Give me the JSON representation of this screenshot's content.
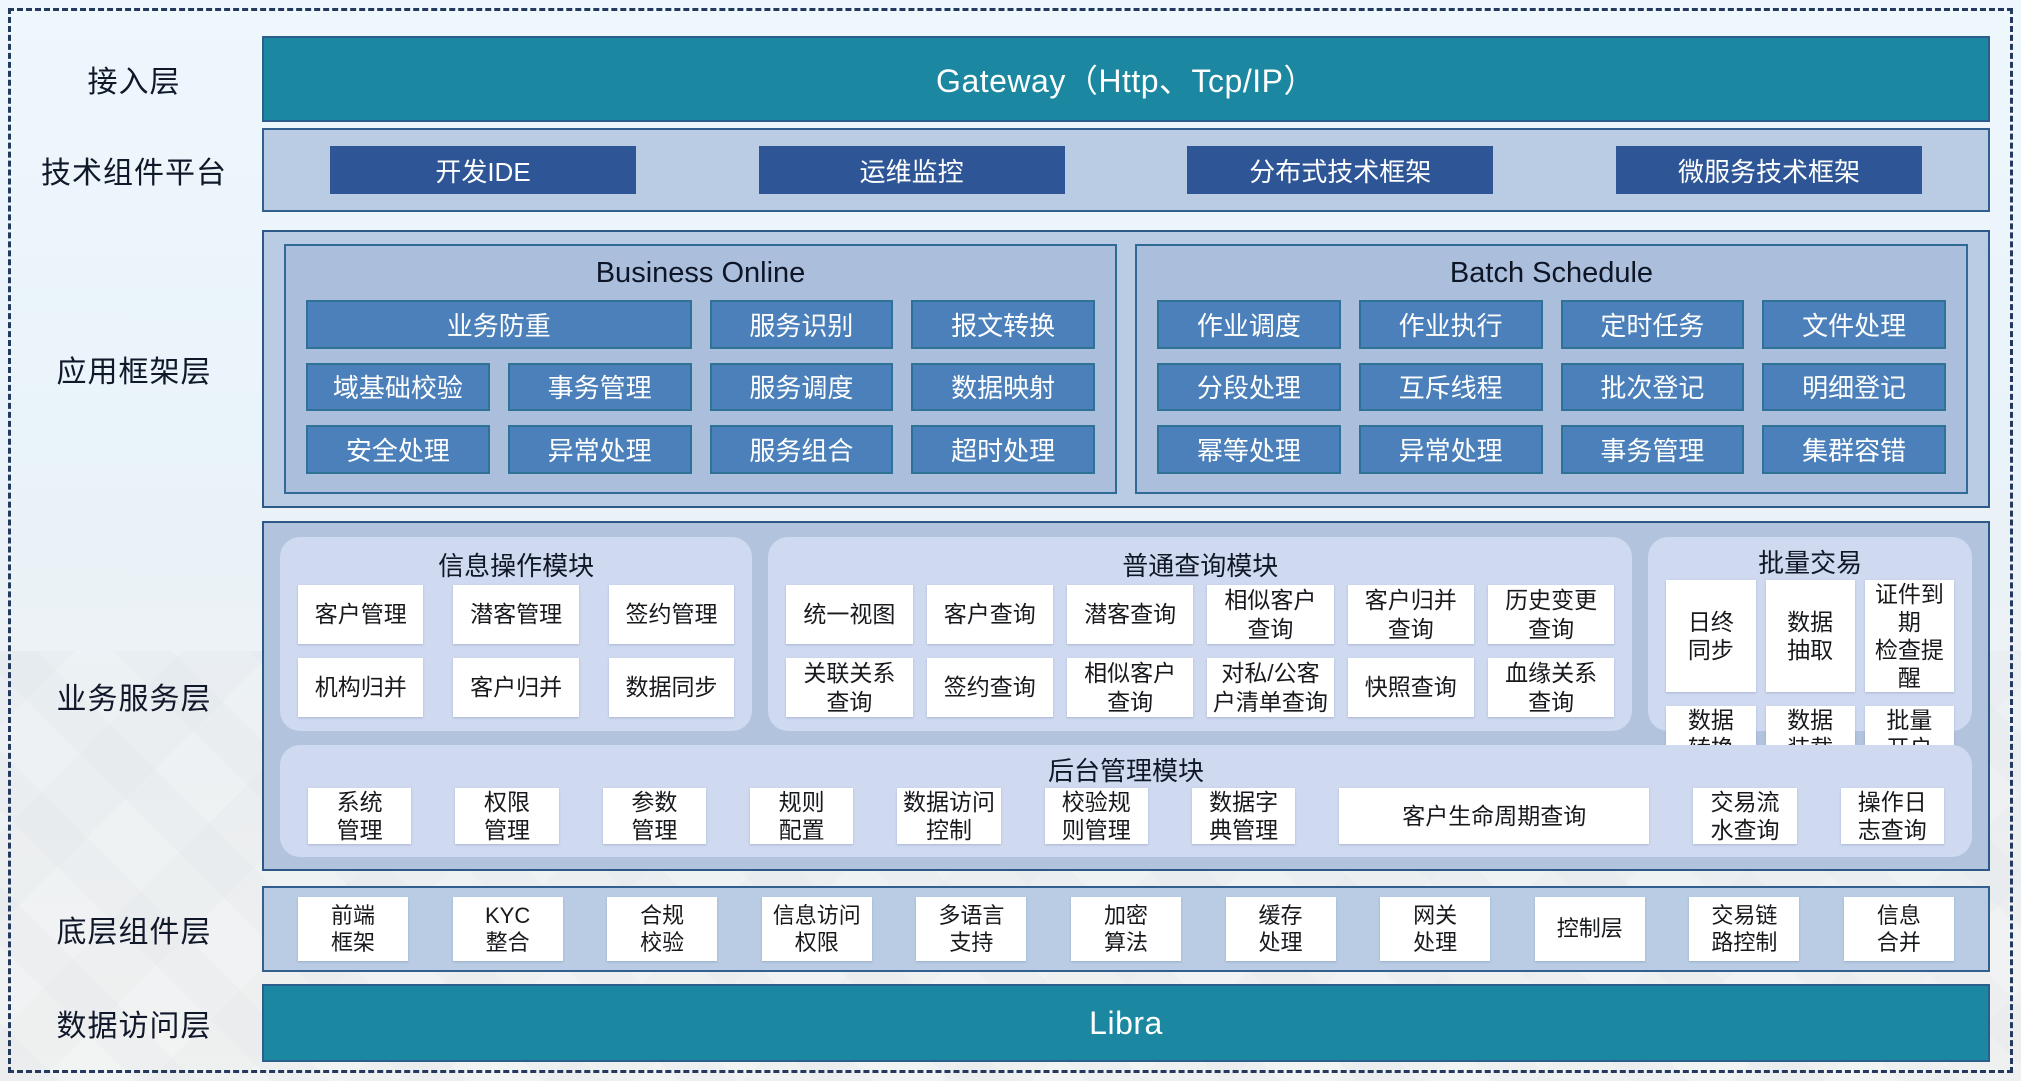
{
  "labels": {
    "access": "接入层",
    "tech": "技术组件平台",
    "app": "应用框架层",
    "business": "业务服务层",
    "base": "底层组件层",
    "data": "数据访问层"
  },
  "access": {
    "gateway": "Gateway（Http、Tcp/IP）"
  },
  "tech": {
    "buttons": [
      "开发IDE",
      "运维监控",
      "分布式技术框架",
      "微服务技术框架"
    ]
  },
  "app": {
    "business_online": {
      "title": "Business Online",
      "wide_item": "业务防重",
      "row1": [
        "服务识别",
        "报文转换"
      ],
      "row2": [
        "域基础校验",
        "事务管理",
        "服务调度",
        "数据映射"
      ],
      "row3": [
        "安全处理",
        "异常处理",
        "服务组合",
        "超时处理"
      ]
    },
    "batch_schedule": {
      "title": "Batch Schedule",
      "row1": [
        "作业调度",
        "作业执行",
        "定时任务",
        "文件处理"
      ],
      "row2": [
        "分段处理",
        "互斥线程",
        "批次登记",
        "明细登记"
      ],
      "row3": [
        "幂等处理",
        "异常处理",
        "事务管理",
        "集群容错"
      ]
    }
  },
  "business": {
    "info_module": {
      "title": "信息操作模块",
      "items": [
        "客户管理",
        "潜客管理",
        "签约管理",
        "机构归并",
        "客户归并",
        "数据同步"
      ]
    },
    "query_module": {
      "title": "普通查询模块",
      "items": [
        "统一视图",
        "客户查询",
        "潜客查询",
        "相似客户\n查询",
        "客户归并\n查询",
        "历史变更\n查询",
        "关联关系\n查询",
        "签约查询",
        "相似客户\n查询",
        "对私/公客\n户清单查询",
        "快照查询",
        "血缘关系\n查询"
      ]
    },
    "batch_module": {
      "title": "批量交易",
      "items": [
        "日终\n同步",
        "数据\n抽取",
        "证件到期\n检查提醒",
        "数据\n转换",
        "数据\n装载",
        "批量\n开户"
      ]
    },
    "admin_module": {
      "title": "后台管理模块",
      "items": [
        "系统\n管理",
        "权限\n管理",
        "参数\n管理",
        "规则\n配置",
        "数据访问\n控制",
        "校验规\n则管理",
        "数据字\n典管理",
        "客户生命周期查询",
        "交易流\n水查询",
        "操作日\n志查询"
      ]
    }
  },
  "base": {
    "items": [
      "前端\n框架",
      "KYC\n整合",
      "合规\n校验",
      "信息访问\n权限",
      "多语言\n支持",
      "加密\n算法",
      "缓存\n处理",
      "网关\n处理",
      "控制层",
      "交易链\n路控制",
      "信息\n合并"
    ]
  },
  "data_access": {
    "bar": "Libra"
  },
  "colors": {
    "teal_bar": "#1b87a0",
    "dark_blue_button": "#2e5596",
    "steel_blue_button": "#4b80ba",
    "panel_light_blue": "#b9cce4",
    "panel_medium_blue": "#abbfdc",
    "module_periwinkle": "#cfd9f0",
    "card_white": "#ffffff",
    "border_navy": "#2d5988",
    "dashed_frame": "#24395e"
  }
}
